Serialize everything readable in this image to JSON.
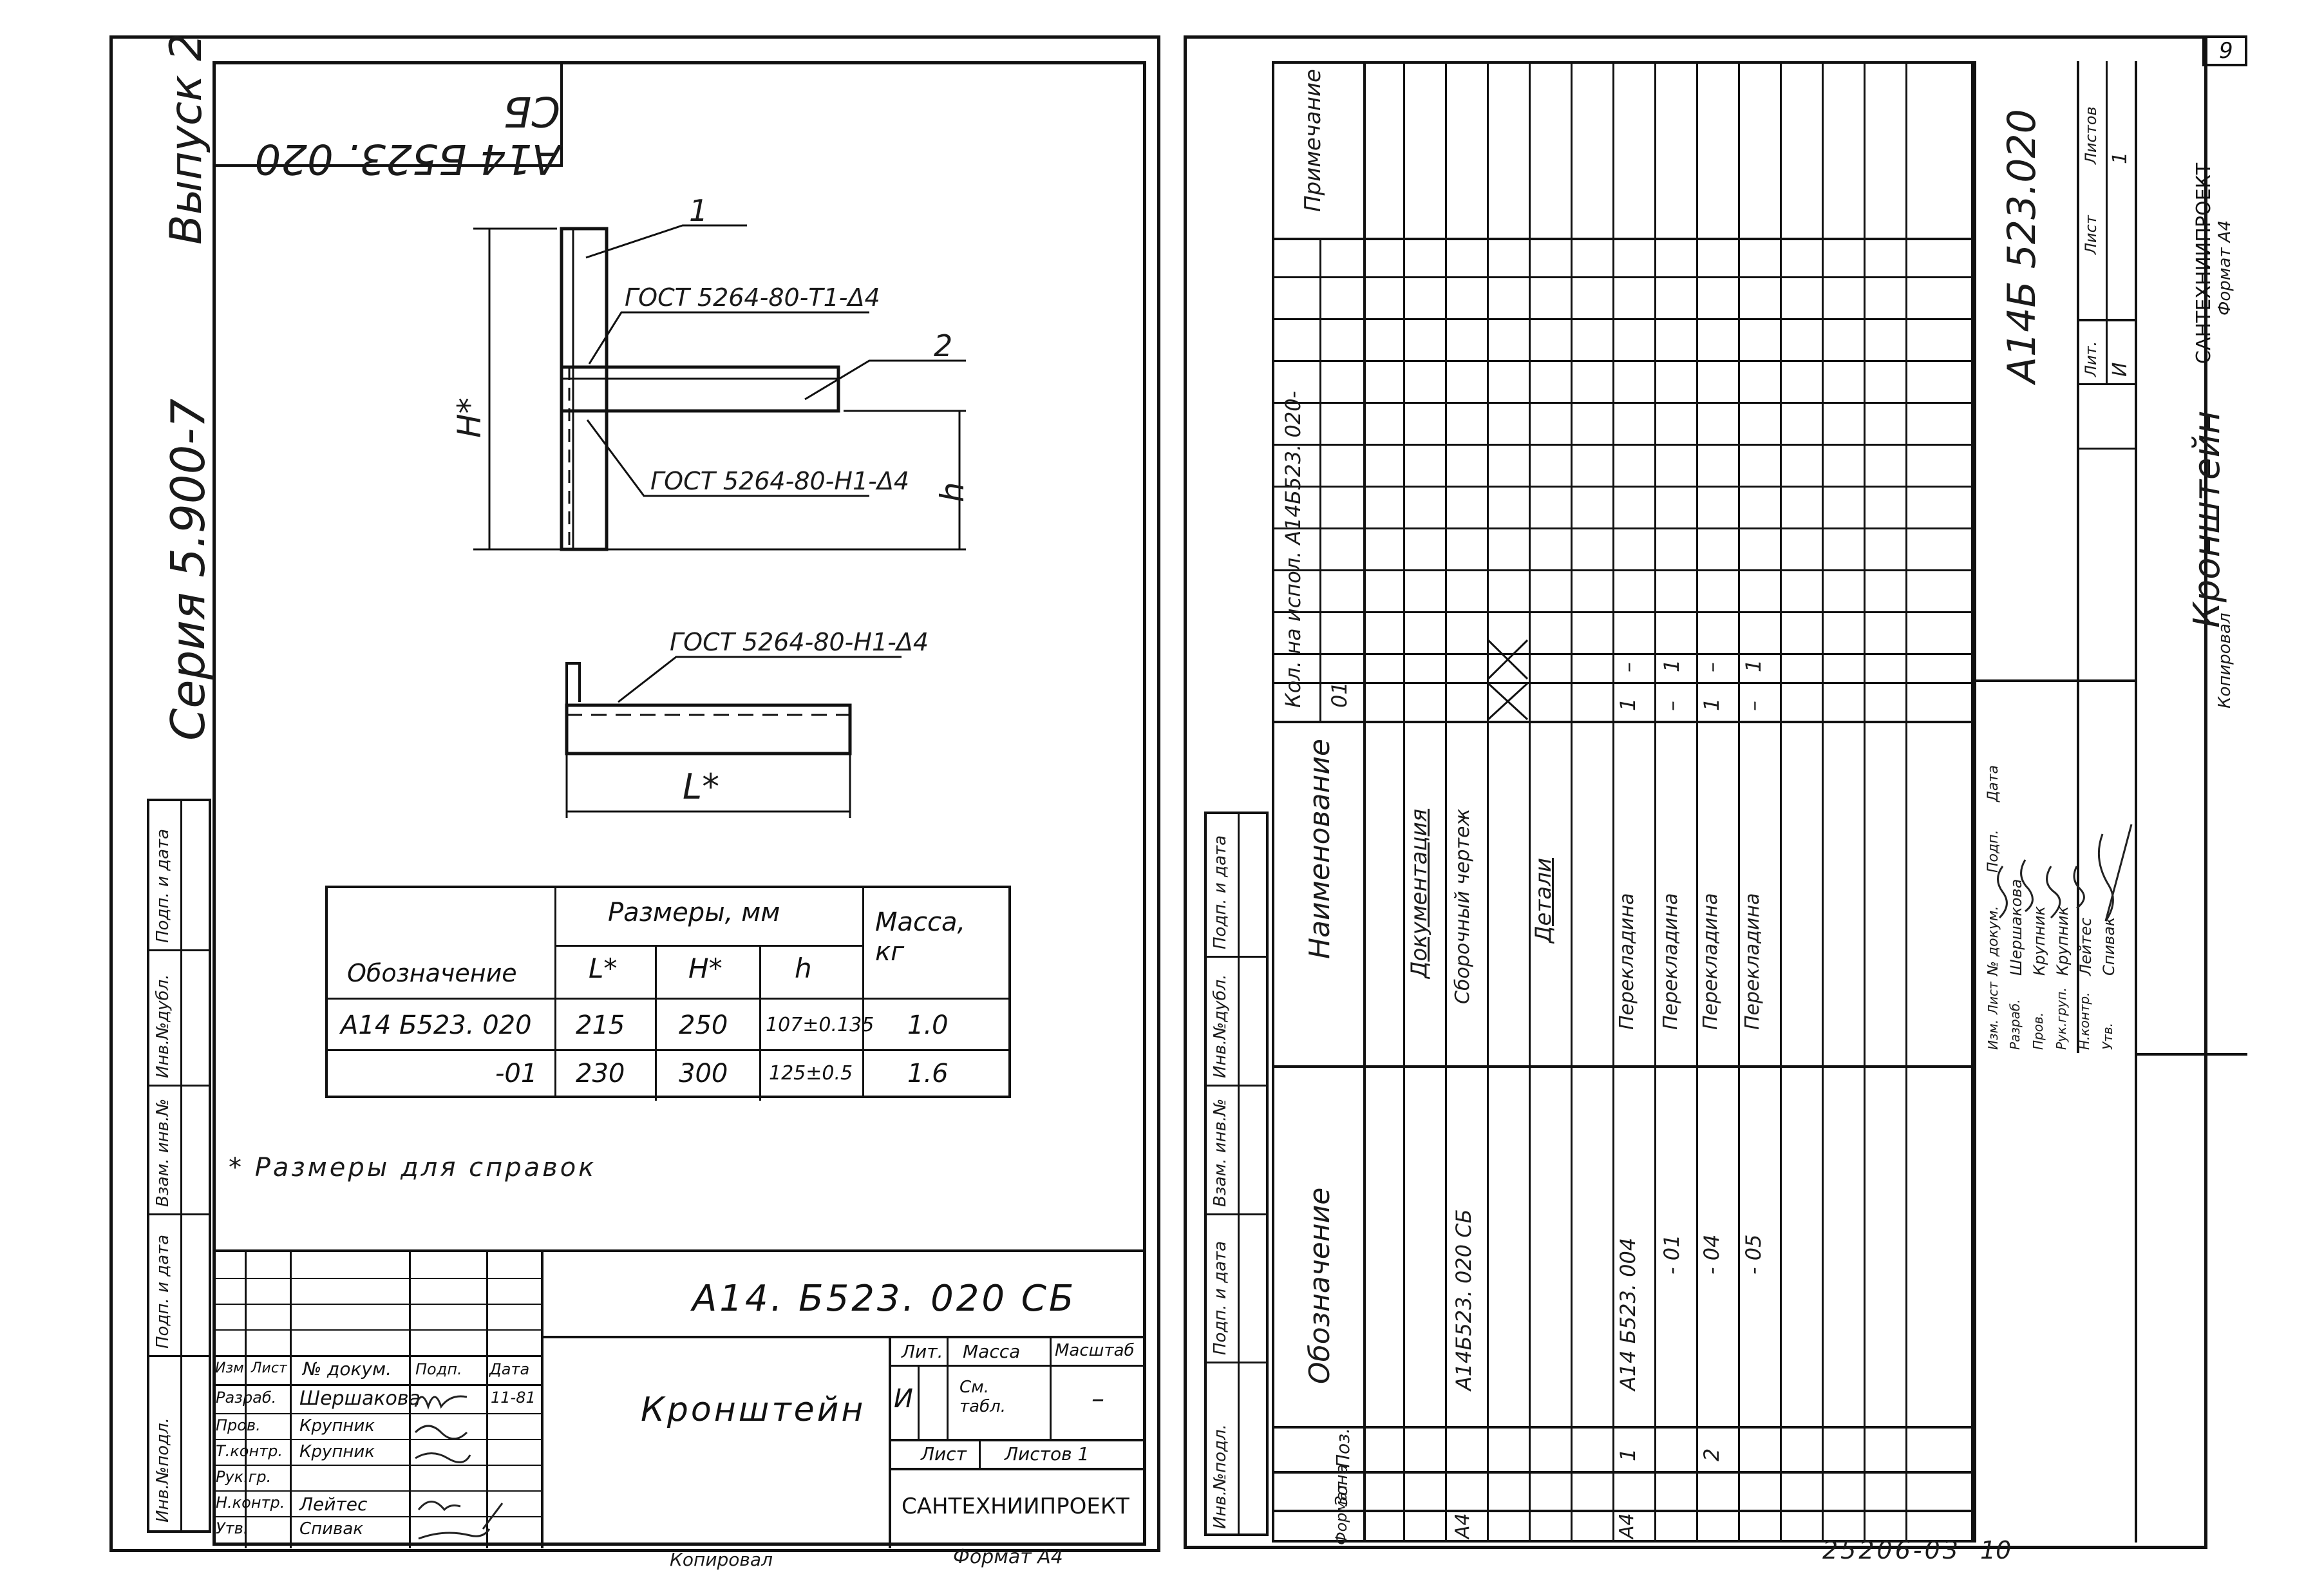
{
  "left_sheet": {
    "top_stamp": "А14 Б523. 020 СБ",
    "series_label": "Серия 5.900-7",
    "issue_label": "Выпуск 2",
    "callouts": {
      "pos1": "1",
      "pos2": "2",
      "weld_top": "ГОСТ 5264-80-Т1-Δ4",
      "weld_mid": "ГОСТ 5264-80-Н1-Δ4",
      "weld_bottom": "ГОСТ 5264-80-Н1-Δ4",
      "dim_H": "Н*",
      "dim_h": "h",
      "dim_L": "L*"
    },
    "size_table": {
      "col_designation": "Обозначение",
      "group_header": "Размеры, мм",
      "col_L": "L*",
      "col_H": "Н*",
      "col_h": "h",
      "col_mass": "Масса, кг",
      "rows": [
        {
          "designation": "А14 Б523. 020",
          "L": "215",
          "H": "250",
          "h": "107±0.135",
          "mass": "1.0"
        },
        {
          "designation": "-01",
          "L": "230",
          "H": "300",
          "h": "125±0.5",
          "mass": "1.6"
        }
      ]
    },
    "footnote": "* Размеры для справок",
    "side_strip": [
      "Инв.№подл.",
      "Подп. и дата",
      "Взам. инв.№",
      "Инв.№дубл.",
      "Подп. и дата"
    ],
    "title_block": {
      "doc_code": "А14. Б523. 020 СБ",
      "title": "Кронштейн",
      "header_cols": [
        "Изм.",
        "Лист",
        "№ докум.",
        "Подп.",
        "Дата"
      ],
      "roles": [
        "Разраб.",
        "Пров.",
        "Т.контр.",
        "Рук.гр.",
        "Н.контр.",
        "Утв."
      ],
      "names": [
        "Шершакова",
        "Крупник",
        "Крупник",
        "",
        "Лейтес",
        "Спивак"
      ],
      "date_value": "11-81",
      "lit_label": "Лит.",
      "lit_value": "И",
      "mass_label": "Масса",
      "mass_value": "См. табл.",
      "scale_label": "Масштаб",
      "scale_value": "–",
      "sheet_label": "Лист",
      "sheets_label": "Листов 1",
      "org": "САНТЕХНИИПРОЕКТ"
    },
    "bottom_copy": "Копировал",
    "bottom_format": "Формат А4"
  },
  "right_sheet": {
    "page_number": "9",
    "spec_headers": {
      "format": "Формат",
      "zone": "Зона",
      "pos": "Поз.",
      "designation": "Обозначение",
      "name": "Наименование",
      "qty": "Кол. на испол. А14Б523. 020-",
      "qty_variant": "01",
      "note": "Примечание"
    },
    "spec_rows": [
      {
        "format": "",
        "pos": "",
        "designation": "",
        "name": "Документация",
        "qty1": "",
        "qty2": ""
      },
      {
        "format": "А4",
        "pos": "",
        "designation": "А14Б523. 020 СБ",
        "name": "Сборочный чертеж",
        "qty1": "X",
        "qty2": "X"
      },
      {
        "format": "",
        "pos": "",
        "designation": "",
        "name": "Детали",
        "qty1": "",
        "qty2": ""
      },
      {
        "format": "А4",
        "pos": "1",
        "designation": "А14 Б523. 004",
        "name": "Перекладина",
        "qty1": "1",
        "qty2": "–"
      },
      {
        "format": "",
        "pos": "",
        "designation": "- 01",
        "name": "Перекладина",
        "qty1": "–",
        "qty2": "1"
      },
      {
        "format": "",
        "pos": "2",
        "designation": "- 04",
        "name": "Перекладина",
        "qty1": "1",
        "qty2": "–"
      },
      {
        "format": "",
        "pos": "",
        "designation": "- 05",
        "name": "Перекладина",
        "qty1": "–",
        "qty2": "1"
      }
    ],
    "side_strip": [
      "Инв.№подл.",
      "Подп. и дата",
      "Взам. инв.№",
      "Инв.№дубл.",
      "Подп. и дата"
    ],
    "title_block": {
      "doc_code": "А14Б 523.020",
      "title": "Кронштейн",
      "header_cols": [
        "Изм.",
        "Лист",
        "№ докум.",
        "Подп.",
        "Дата"
      ],
      "roles": [
        "Разраб.",
        "Пров.",
        "Рук.груп.",
        "Н.контр.",
        "Утв."
      ],
      "names": [
        "Шершакова",
        "Крупник",
        "Крупник",
        "Лейтес",
        "Спивак"
      ],
      "lit_label": "Лит.",
      "lit_value": "И",
      "sheet_label": "Лист",
      "sheets_label": "Листов",
      "sheets_value": "1",
      "org": "САНТЕХНИИПРОЕКТ"
    },
    "bottom_copy": "Копировал",
    "bottom_format": "Формат А4",
    "footer_number": "25206-03",
    "footer_page": "10"
  }
}
